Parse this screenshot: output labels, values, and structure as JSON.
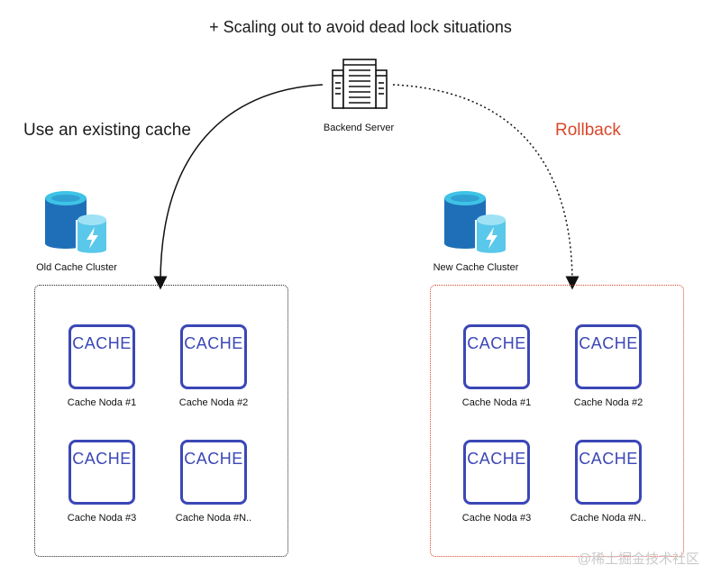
{
  "title": "+ Scaling out to avoid dead lock situations",
  "server": {
    "label": "Backend Server",
    "icon": "server-rack-icon"
  },
  "left": {
    "heading": "Use an existing cache",
    "cluster_label": "Old Cache Cluster",
    "nodes": [
      {
        "badge": "CACHE",
        "label": "Cache Noda #1"
      },
      {
        "badge": "CACHE",
        "label": "Cache Noda #2"
      },
      {
        "badge": "CACHE",
        "label": "Cache Noda #3"
      },
      {
        "badge": "CACHE",
        "label": "Cache Noda #N.."
      }
    ]
  },
  "right": {
    "heading": "Rollback",
    "cluster_label": "New Cache Cluster",
    "nodes": [
      {
        "badge": "CACHE",
        "label": "Cache Noda #1"
      },
      {
        "badge": "CACHE",
        "label": "Cache Noda #2"
      },
      {
        "badge": "CACHE",
        "label": "Cache Noda #3"
      },
      {
        "badge": "CACHE",
        "label": "Cache Noda #N.."
      }
    ]
  },
  "watermark": "@稀土掘金技术社区",
  "colors": {
    "accent_red": "#d9472b",
    "cache_blue": "#3b47b6",
    "db_blue": "#1f6fb8",
    "db_cyan": "#3ec3e6"
  }
}
